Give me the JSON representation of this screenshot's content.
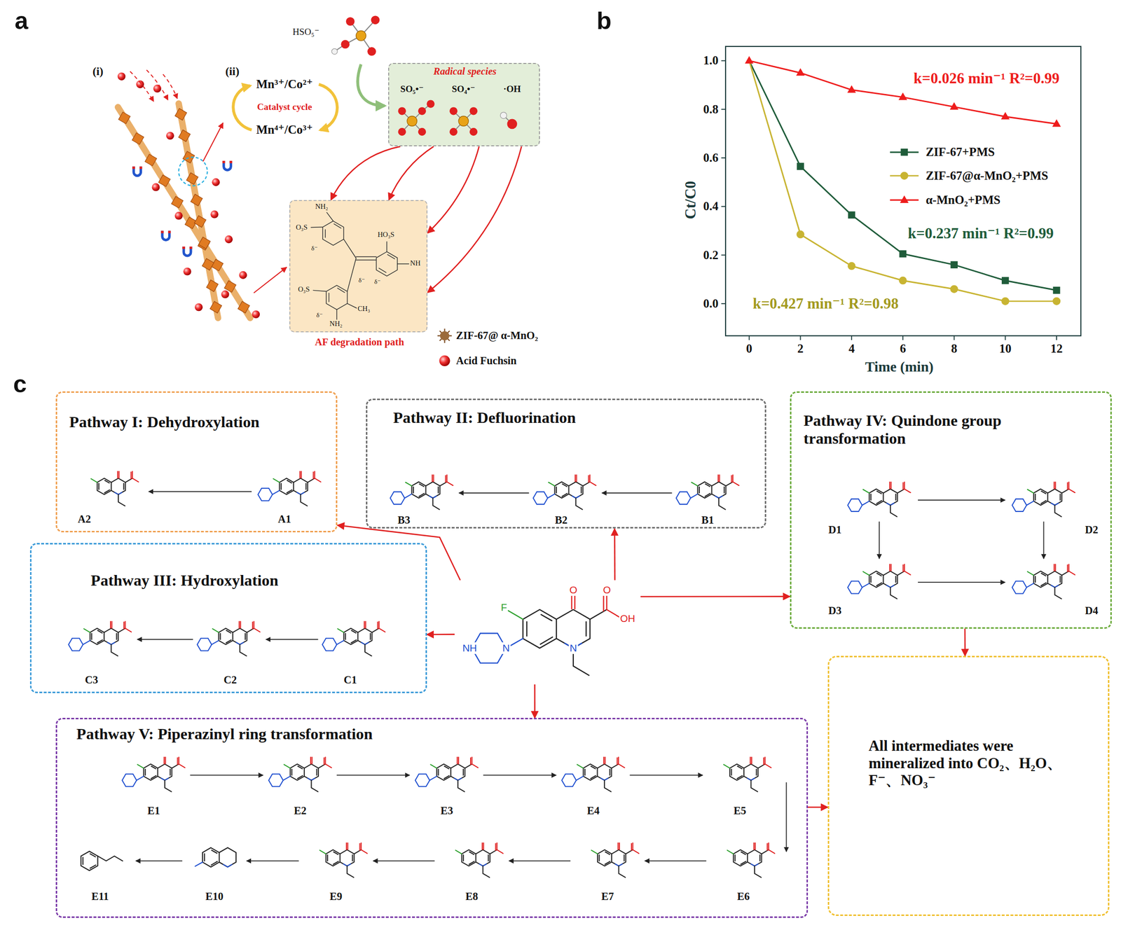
{
  "diagram": {
    "nodes": [
      {
        "text": [
          "Radical species",
          "SO₅•⁻",
          "SO₄•⁻",
          "·OH"
        ]
      },
      {
        "text": [
          "AF degradation path"
        ]
      },
      {
        "text": [
          "Pathway I: Dehydroxylation"
        ]
      },
      {
        "text": [
          "Pathway II: Defluorination"
        ]
      },
      {
        "text": [
          "Pathway IV: Quindone group transformation"
        ]
      },
      {
        "text": [
          "Pathway III: Hydroxylation"
        ]
      },
      {
        "text": [
          "F",
          "O",
          "O",
          "OH",
          "N",
          "N",
          "NH"
        ]
      },
      {
        "text": [
          "All intermediates were mineralized into CO₂、H₂O、F⁻、NO₃⁻"
        ]
      },
      {
        "text": [
          "Pathway V: Piperazinyl ring transformation"
        ]
      }
    ],
    "edges": [
      {
        "from": 0,
        "to": 1,
        "arrow": "to"
      },
      {
        "from": 0,
        "to": 1,
        "arrow": "to"
      },
      {
        "from": 0,
        "to": 1,
        "arrow": "to"
      },
      {
        "from": 0,
        "to": 1,
        "arrow": "to"
      },
      {
        "from": 6,
        "to": 2,
        "arrow": "to"
      },
      {
        "from": 6,
        "to": 3,
        "arrow": "to"
      },
      {
        "from": 6,
        "to": 5,
        "arrow": "to"
      },
      {
        "from": 6,
        "to": 4,
        "arrow": "to"
      },
      {
        "from": 6,
        "to": 8,
        "arrow": "to"
      },
      {
        "from": 4,
        "to": 7,
        "arrow": "to"
      },
      {
        "from": 8,
        "to": 7,
        "arrow": "to"
      }
    ],
    "labels": [
      "a",
      "(i)",
      "(ii)",
      "Mn³⁺/Co²⁺",
      "Catalyst cycle",
      "Mn⁴⁺/Co³⁺",
      "HSO₅⁻",
      "NH₂",
      "O₃S",
      "HO₃S",
      "NH",
      "O₃S",
      "NH₂",
      "CH₃",
      "δ⁻",
      "δ⁻",
      "δ⁻",
      "δ⁻",
      "b",
      "1.0",
      "0.8",
      "0.6",
      "0.4",
      "0.2",
      "0.0",
      "0",
      "2",
      "4",
      "6",
      "8",
      "10",
      "12",
      "Ct/C0",
      "Time (min)",
      "k=0.026 min⁻¹ R²=0.99",
      "k=0.237 min⁻¹ R²=0.99",
      "k=0.427 min⁻¹ R²=0.98",
      "c",
      "A2",
      "A1",
      "B3",
      "B2",
      "B1",
      "C3",
      "C2",
      "C1",
      "D1",
      "D2",
      "D3",
      "D4",
      "E1",
      "E2",
      "E3",
      "E4",
      "E5",
      "E6",
      "E7",
      "E8",
      "E9",
      "E10",
      "E11"
    ],
    "legend": [
      {
        "text": "ZIF-67@ α-MnO₂"
      },
      {
        "text": "Acid Fuchsin"
      },
      {
        "text": "ZIF-67+PMS"
      },
      {
        "text": "ZIF-67@α-MnO₂+PMS"
      },
      {
        "text": "α-MnO₂+PMS"
      }
    ]
  }
}
